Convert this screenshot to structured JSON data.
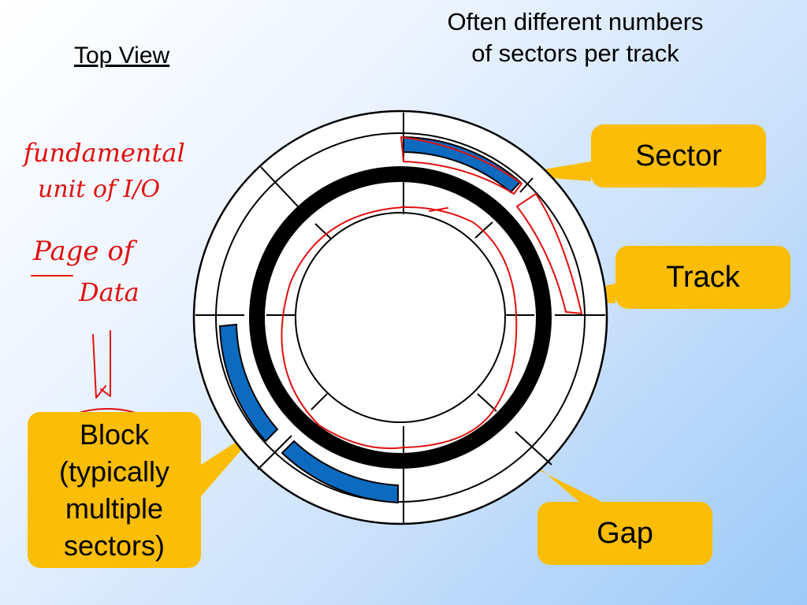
{
  "title": "Top View",
  "subtitle": {
    "line1": "Often different numbers",
    "line2": "of sectors per track"
  },
  "callouts": {
    "sector": "Sector",
    "track": "Track",
    "gap": "Gap",
    "block": {
      "line1": "Block",
      "line2": "(typically",
      "line3": "multiple",
      "line4": "sectors)"
    }
  },
  "handwritten_notes": {
    "note1_line1": "fundamental",
    "note1_line2": "unit of I/O",
    "note2_line1": "Page of",
    "note2_line2": "Data"
  },
  "colors": {
    "callout_fill": "#fbbd05",
    "highlighted_sector": "#0c6abf",
    "track_ring": "#000000",
    "annotation_ink": "#e01010"
  }
}
